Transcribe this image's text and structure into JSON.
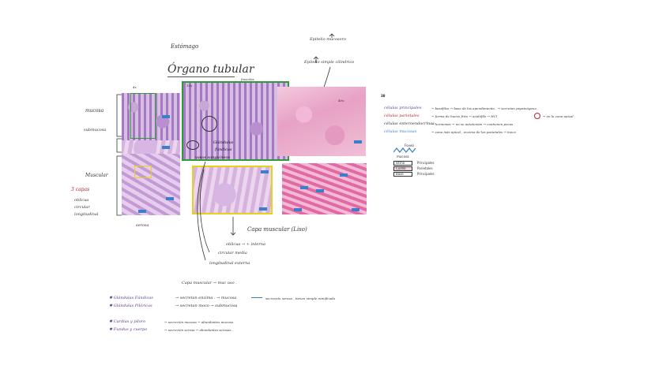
{
  "header": {
    "tag": "Estómago",
    "title": "Órgano tubular",
    "top_label1": "Epitelio mucosoro",
    "top_label2": "Epitelio simple cilindrico"
  },
  "image_labels": {
    "mag_4x": "4x",
    "mag_10x": "10x",
    "mag_40x": "40x",
    "green_top": "foveolas",
    "glands": "Glándulas",
    "fundicas": "fúndicas",
    "vasos": "vasos sanguíneos"
  },
  "side_labels": {
    "mucosa": "mucosa",
    "submucosa": "submucosa",
    "muscular": "Muscular",
    "capas": "3 capas",
    "capa1": "oblicua",
    "capa2": "circular",
    "capa3": "longitudinal",
    "serosa": "serosa"
  },
  "muscle": {
    "title": "Capa muscular (Liso)",
    "item1": "oblicua → + interna",
    "item2": "circular media",
    "item3": "longitudinal externa"
  },
  "notes": {
    "line1": "Capa muscular → muc uso .",
    "line2_a": "Glándulas Fúndicas",
    "line2_b": "→ secretan enzima . → mucosa",
    "line2_c": "secreción serosa , tienen simple ramificada",
    "line3_a": "Glándulas Pilóricas",
    "line3_b": "→ secretan moco → submucosa",
    "line4_a": "Cardias y píloro",
    "line4_b": "→ secreción mucosa → abundantes mucosa",
    "line5_a": "Fundus y cuerpo",
    "line5_b": "→ secreción serosa → abundantes serosas ."
  },
  "right_notes": {
    "hdr": "38",
    "c1_a": "células principales",
    "c1_b": "→ basófilos → base de los apendimiento . → secretan pepsinógeno .",
    "c2_a": "células parietales",
    "c2_b": "→ forma de huevo frito → acidófilo → HCl",
    "c2_c": "→ en la zona apical .",
    "c3_a": "células enteroendocrinas",
    "c3_b": "→ hormonas → no se autotenían → contienen pocas",
    "c4_a": "células mucosas",
    "c4_b": "→ zona más apical , encima de las parietales → moco"
  },
  "legend": {
    "title": "Foveo",
    "subtitle": "mucosa",
    "r1": "Istmo",
    "r2": "Cuello",
    "r3": "Base",
    "v1": "Principales",
    "v2": "Parietales",
    "v3": "Principales"
  },
  "colors": {
    "green_box": "#2f9a3a",
    "yellow_box": "#e6d21a",
    "blue_hl": "#3a7fc9",
    "red_text": "#b32035",
    "purple_text": "#5b3a8a"
  }
}
